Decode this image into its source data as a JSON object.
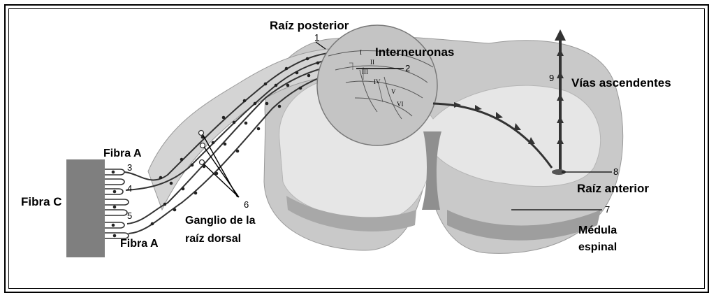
{
  "labels": {
    "raiz_posterior": "Raíz posterior",
    "interneuronas": "Interneuronas",
    "vias_ascendentes": "Vías ascendentes",
    "fibra_a_top": "Fibra A",
    "fibra_c": "Fibra C",
    "fibra_a_bottom": "Fibra A",
    "ganglio_line1": "Ganglio de la",
    "ganglio_line2": "raíz dorsal",
    "raiz_anterior": "Raíz anterior",
    "medula_line1": "Médula",
    "medula_line2": "espinal"
  },
  "numbers": {
    "n1": "1",
    "n2": "2",
    "n3": "3",
    "n4": "4",
    "n5": "5",
    "n6": "6",
    "n7": "7",
    "n8": "8",
    "n9": "9"
  },
  "laminae": [
    "I",
    "II",
    "III",
    "IV",
    "V",
    "VI"
  ],
  "colors": {
    "white_matter": "#c9c9c9",
    "gray_matter": "#e6e6e6",
    "dark_region": "#8f8f8f",
    "circle_fill": "#c4c4c4",
    "fiber": "#333333",
    "frame": "#000000"
  }
}
